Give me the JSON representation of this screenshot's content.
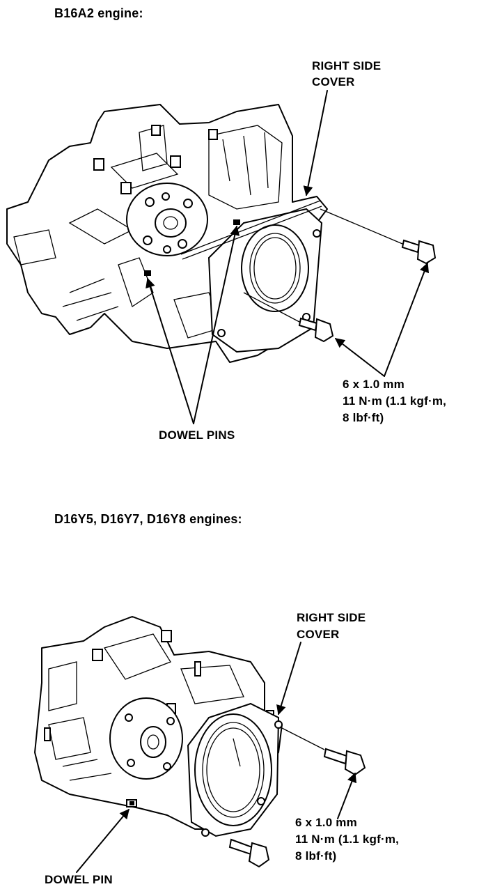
{
  "top_section": {
    "heading": "B16A2 engine:",
    "cover_label_line1": "RIGHT SIDE",
    "cover_label_line2": "COVER",
    "bolt_spec_line1": "6 x 1.0 mm",
    "bolt_spec_line2": "11 N·m (1.1 kgf·m,",
    "bolt_spec_line3": "8 lbf·ft)",
    "dowel_label": "DOWEL PINS"
  },
  "bottom_section": {
    "heading": "D16Y5, D16Y7, D16Y8 engines:",
    "cover_label_line1": "RIGHT SIDE",
    "cover_label_line2": "COVER",
    "bolt_spec_line1": "6 x 1.0 mm",
    "bolt_spec_line2": "11 N·m (1.1 kgf·m,",
    "bolt_spec_line3": "8 lbf·ft)",
    "dowel_label": "DOWEL PIN"
  }
}
